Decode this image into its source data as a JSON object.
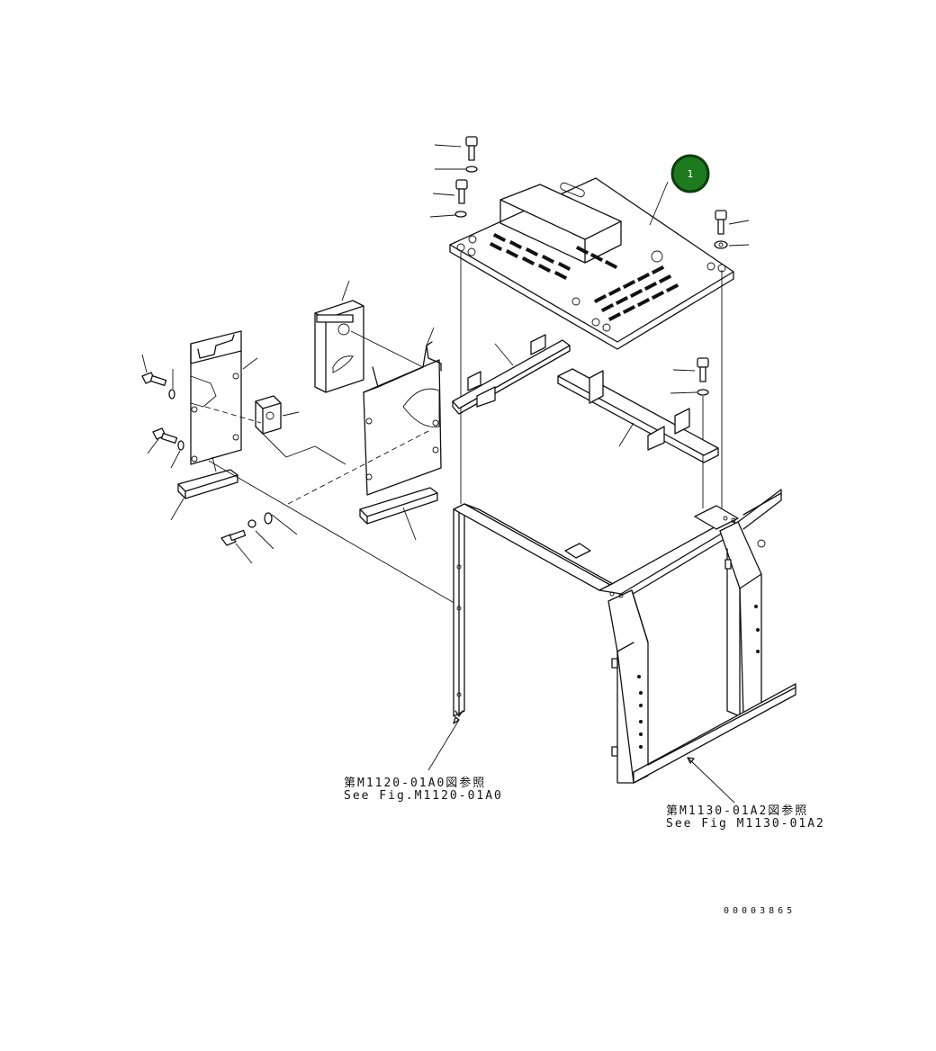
{
  "diagram": {
    "callout_number": "1",
    "badge_color": "#1e7a1e",
    "badge_ring_color": "#0b3d0b",
    "reference_left": {
      "line_jp": "第M1120-01A0図参照",
      "line_en": "See Fig.M1120-01A0"
    },
    "reference_right": {
      "line_jp": "第M1130-01A2図参照",
      "line_en": "See Fig M1130-01A2"
    },
    "drawing_number": "00003865"
  }
}
